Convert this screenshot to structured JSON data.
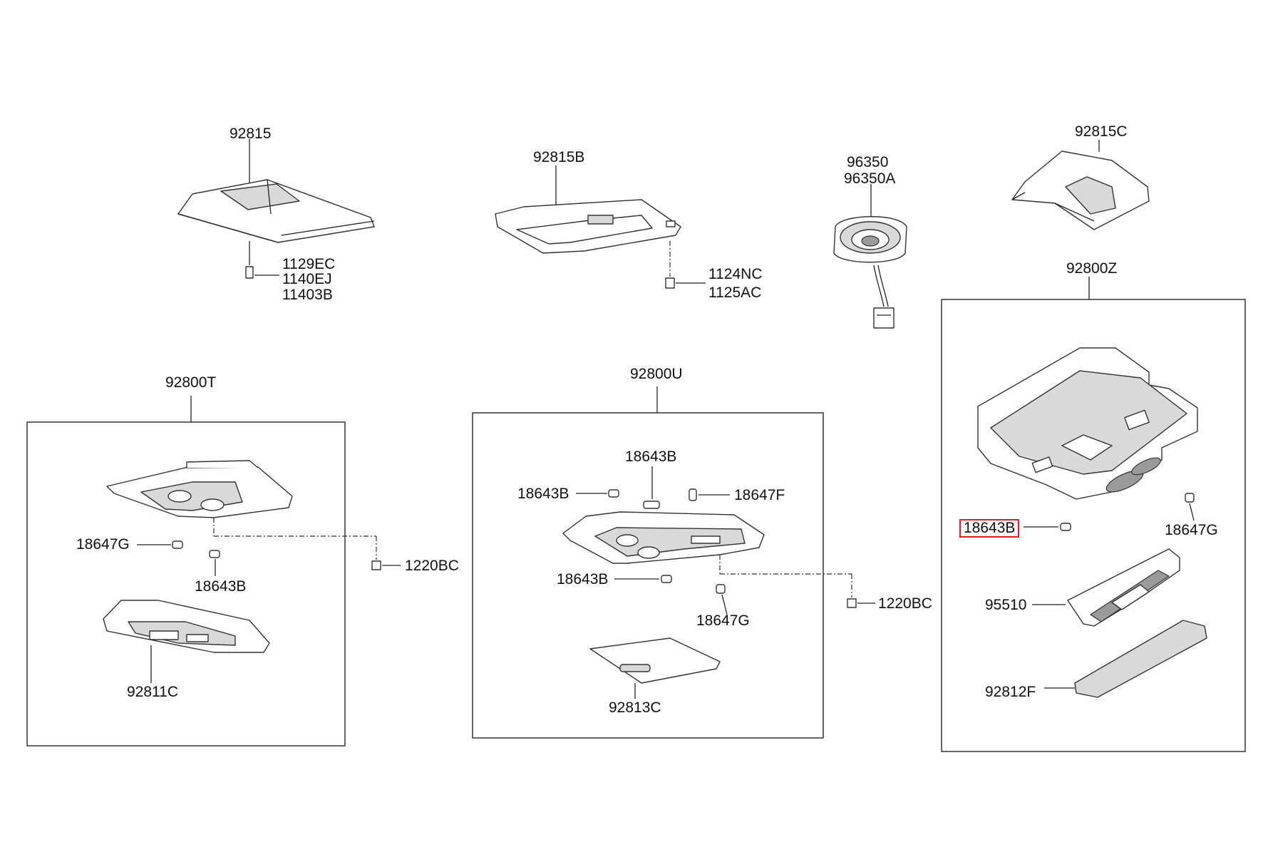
{
  "labels": {
    "p92815": "92815",
    "p92815b": "92815B",
    "p96350": "96350",
    "p96350a": "96350A",
    "p92815c": "92815C",
    "p1129ec": "1129EC",
    "p1140ej": "1140EJ",
    "p11403b": "11403B",
    "p1124nc": "1124NC",
    "p1125ac": "1125AC",
    "p92800z": "92800Z",
    "p92800t": "92800T",
    "p92800u": "92800U",
    "t_18647g": "18647G",
    "t_18643b": "18643B",
    "t_1220bc": "1220BC",
    "t_92811c": "92811C",
    "u_18643b_top": "18643B",
    "u_18643b_left": "18643B",
    "u_18647f": "18647F",
    "u_18643b_mid": "18643B",
    "u_18647g": "18647G",
    "u_1220bc": "1220BC",
    "u_92813c": "92813C",
    "z_18643b": "18643B",
    "z_18647g": "18647G",
    "z_95510": "95510",
    "z_92812f": "92812F"
  },
  "highlight_color": "#e21d1d"
}
